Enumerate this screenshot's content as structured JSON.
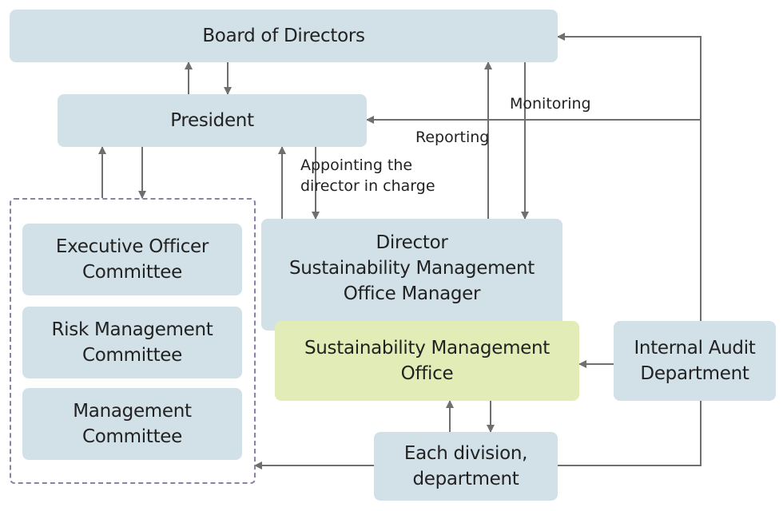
{
  "nodes": {
    "board": [
      "Board of Directors"
    ],
    "president": [
      "President"
    ],
    "executive_officer_committee": [
      "Executive Officer",
      "Committee"
    ],
    "risk_management_committee": [
      "Risk Management",
      "Committee"
    ],
    "management_committee": [
      "Management",
      "Committee"
    ],
    "director": [
      "Director",
      "Sustainability Management",
      "Office Manager"
    ],
    "sustainability_office": [
      "Sustainability Management",
      "Office"
    ],
    "internal_audit": [
      "Internal Audit",
      "Department"
    ],
    "each_division": [
      "Each division,",
      "department"
    ]
  },
  "edge_labels": {
    "monitoring": "Monitoring",
    "reporting": "Reporting",
    "appointing": [
      "Appointing the",
      "director in charge"
    ]
  },
  "colors": {
    "box_blue": "#d2e0e8",
    "box_green": "#e1ecb6",
    "arrow": "#6f6f6f",
    "dashed_border": "#8e7fa6"
  }
}
